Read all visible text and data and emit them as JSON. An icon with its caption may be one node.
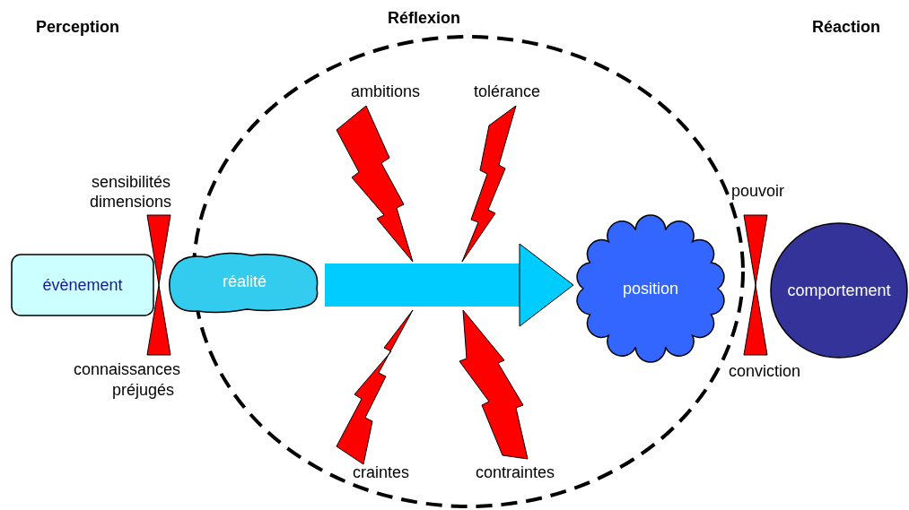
{
  "diagram": {
    "nodes": [
      {
        "text": [
          "évènement"
        ]
      },
      {
        "text": [],
        "shape": "bowtie",
        "beside": [
          "sensibilités",
          "dimensions",
          "connaissances",
          "préjugés"
        ]
      },
      {
        "text": [
          "réalité"
        ]
      },
      {
        "text": [
          "position"
        ]
      },
      {
        "text": [],
        "shape": "bowtie",
        "beside": [
          "pouvoir",
          "conviction"
        ]
      },
      {
        "text": [
          "comportement"
        ]
      }
    ],
    "edges": [
      {
        "from": 2,
        "to": 3,
        "arrow": "to"
      }
    ],
    "labels": [
      "Perception",
      "Réflexion",
      "Réaction",
      "ambitions",
      "tolérance",
      "craintes",
      "contraintes"
    ]
  }
}
